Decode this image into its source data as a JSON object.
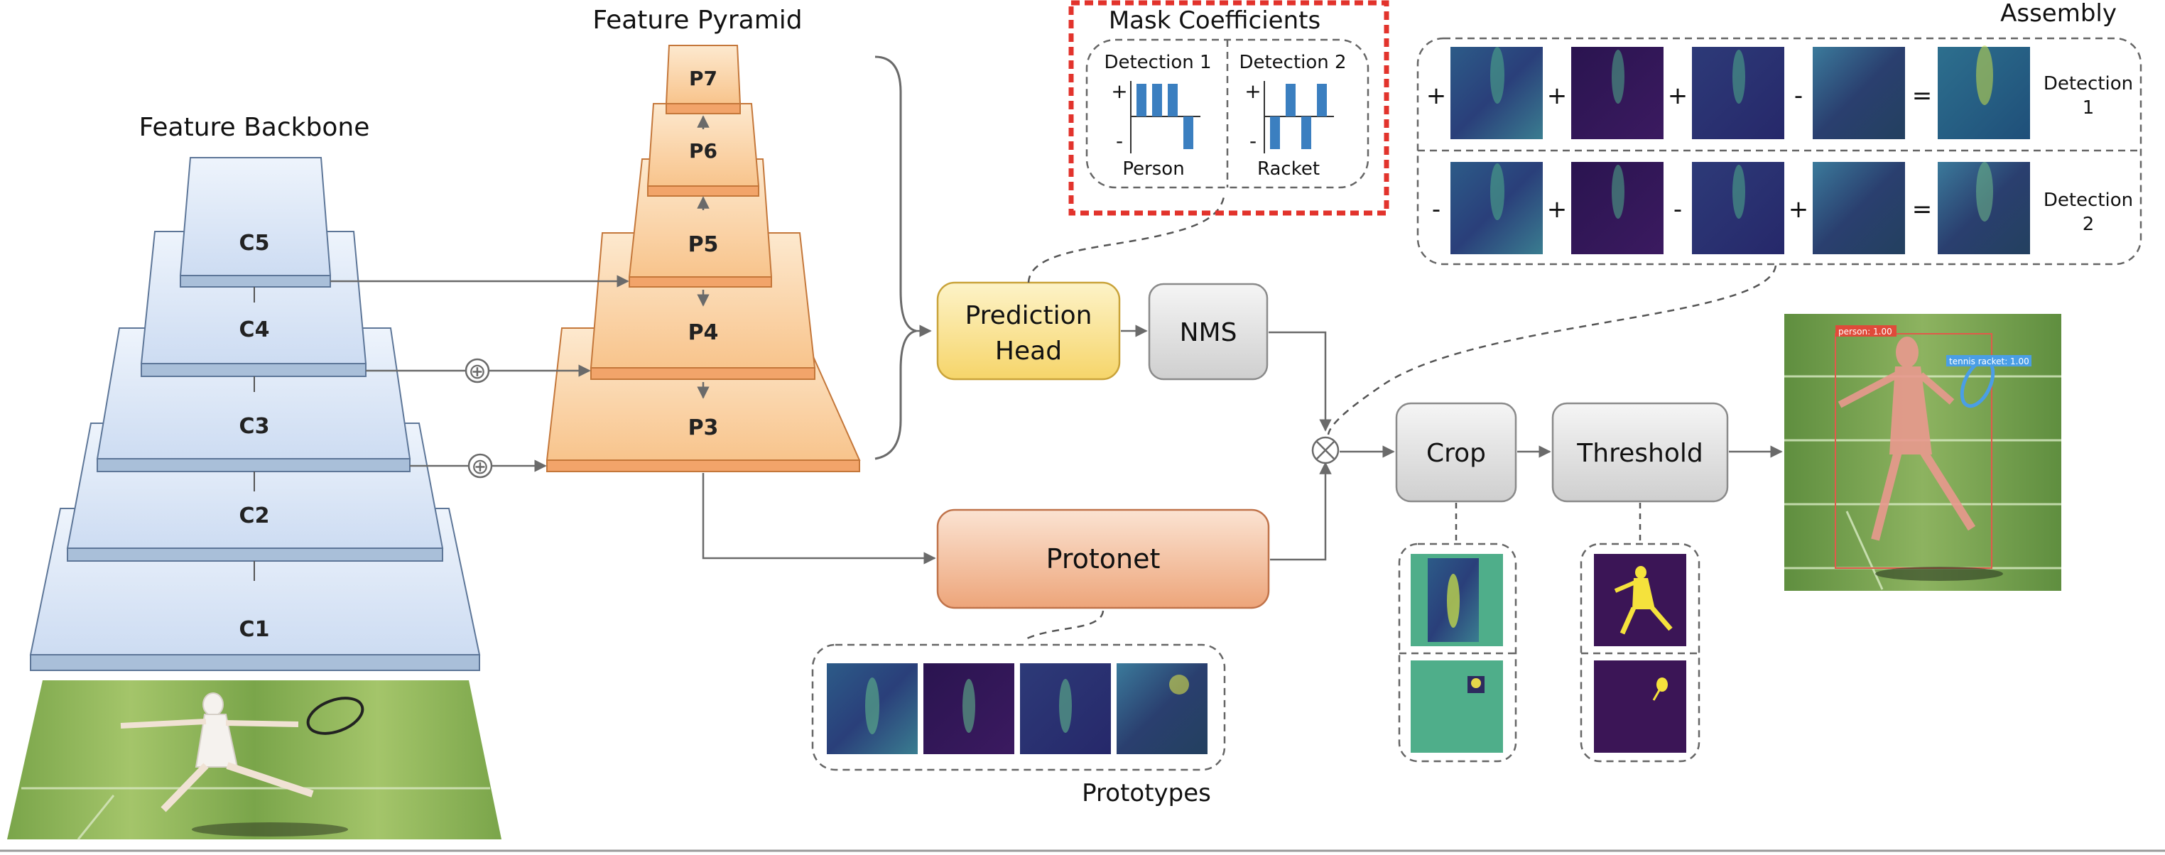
{
  "backbone": {
    "title": "Feature Backbone",
    "levels": [
      "C5",
      "C4",
      "C3",
      "C2",
      "C1"
    ]
  },
  "pyramid": {
    "title": "Feature Pyramid",
    "levels": [
      "P7",
      "P6",
      "P5",
      "P4",
      "P3"
    ]
  },
  "mask_coefficients": {
    "title": "Mask Coefficients",
    "detections": [
      {
        "label": "Detection 1",
        "class": "Person",
        "plus": "+",
        "minus": "-",
        "coefficients": [
          1,
          1,
          1,
          -1
        ]
      },
      {
        "label": "Detection 2",
        "class": "Racket",
        "plus": "+",
        "minus": "-",
        "coefficients": [
          -1,
          1,
          -1,
          1
        ]
      }
    ]
  },
  "assembly": {
    "title": "Assembly",
    "rows": [
      {
        "signs": [
          "+",
          "+",
          "+",
          "-",
          "="
        ],
        "label_line1": "Detection",
        "label_line2": "1"
      },
      {
        "signs": [
          "-",
          "+",
          "-",
          "+",
          "="
        ],
        "label_line1": "Detection",
        "label_line2": "2"
      }
    ]
  },
  "boxes": {
    "prediction_head_line1": "Prediction",
    "prediction_head_line2": "Head",
    "nms": "NMS",
    "protonet": "Protonet",
    "crop": "Crop",
    "threshold": "Threshold"
  },
  "prototypes": {
    "title": "Prototypes"
  },
  "operators": {
    "add": "⊕",
    "multiply": "⊗"
  },
  "detections_output": [
    {
      "label": "person: 1.00"
    },
    {
      "label": "tennis racket: 1.00"
    }
  ],
  "colors": {
    "backbone_fill": "#dde8f8",
    "pyramid_fill": "#fcd9ad",
    "prediction_head_fill": "#f9e08a",
    "nms_fill": "#dedede",
    "protonet_fill": "#f3c09e",
    "coef_bar": "#3b7fc0",
    "highlight_border": "#e2332c",
    "viridis_dark": "#3b1556",
    "viridis_mid": "#2d6f8e",
    "viridis_teal": "#4fae8a",
    "viridis_yellow": "#f5e23c"
  }
}
